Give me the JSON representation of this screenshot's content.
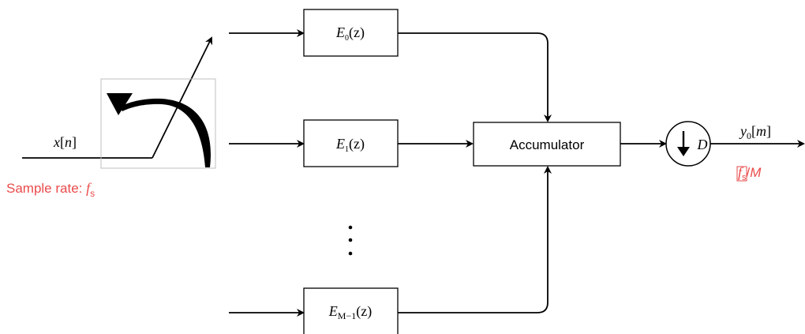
{
  "input": {
    "x": "x",
    "n": "n",
    "open": "[",
    "close": "]"
  },
  "sample_rate": {
    "prefix": "Sample rate: ",
    "f": "f",
    "sub": "s"
  },
  "branches": [
    {
      "E": "E",
      "sub": "0",
      "arg": "(z)"
    },
    {
      "E": "E",
      "sub": "1",
      "arg": "(z)"
    },
    {
      "E": "E",
      "sub": "M−1",
      "arg": "(z)"
    }
  ],
  "accumulator": {
    "label": "Accumulator"
  },
  "downsampler": {
    "label": "D"
  },
  "output": {
    "y": "y",
    "sub": "0",
    "open": "[",
    "m": "m",
    "close": "]"
  },
  "output_rate": {
    "f": "f",
    "sub": "s",
    "slash": "/",
    "M": "M"
  },
  "colors": {
    "annotation": "#ea4b4b",
    "line": "#000000"
  }
}
